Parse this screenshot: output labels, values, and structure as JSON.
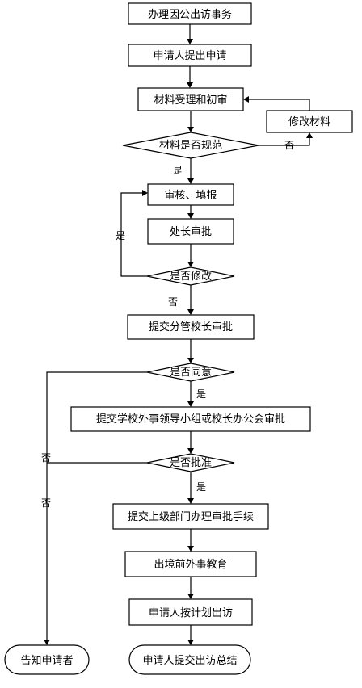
{
  "flow": {
    "n1": "办理因公出访事务",
    "n2": "申请人提出申请",
    "n3": "材料受理和初审",
    "n4": "修改材料",
    "d1": "材料是否规范",
    "n5": "审核、填报",
    "n6": "处长审批",
    "d2": "是否修改",
    "n7": "提交分管校长审批",
    "d3": "是否同意",
    "n8": "提交学校外事领导小组或校长办公会审批",
    "d4": "是否批准",
    "n9": "提交上级部门办理审批手续",
    "n10": "出境前外事教育",
    "n11": "申请人按计划出访",
    "e1": "告知申请者",
    "e2": "申请人提交出访总结"
  },
  "labels": {
    "d1_no": "否",
    "d1_yes": "是",
    "d2_yes": "是",
    "d2_no": "否",
    "d3_yes": "是",
    "d4_yes": "是",
    "reject_no_1": "否",
    "reject_no_2": "否"
  }
}
